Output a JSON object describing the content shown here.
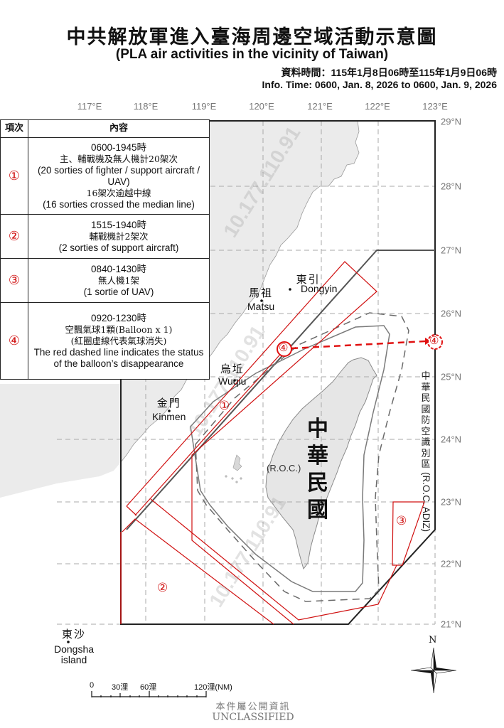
{
  "header": {
    "title_zh": "中共解放軍進入臺海周邊空域活動示意圖",
    "title_en": "(PLA air activities in the vicinity of Taiwan)",
    "info_time_zh": "資料時間：115年1月8日06時至115年1月9日06時",
    "info_time_en": "Info. Time: 0600, Jan. 8, 2026 to 0600, Jan. 9, 2026"
  },
  "axes": {
    "longitudes": [
      "117°E",
      "118°E",
      "119°E",
      "120°E",
      "121°E",
      "122°E",
      "123°E"
    ],
    "latitudes": [
      "29°N",
      "28°N",
      "27°N",
      "26°N",
      "25°N",
      "24°N",
      "23°N",
      "22°N",
      "21°N"
    ]
  },
  "legend": {
    "col_item": "項次",
    "col_content": "內容",
    "rows": [
      {
        "marker": "①",
        "time": "0600-1945時",
        "zh": "主、輔戰機及無人機計20架次",
        "en": "(20 sorties of fighter / support aircraft / UAV)",
        "zh2": "16架次逾越中線",
        "en2": "(16 sorties crossed the median line)"
      },
      {
        "marker": "②",
        "time": "1515-1940時",
        "zh": "輔戰機計2架次",
        "en": "(2 sorties of support aircraft)"
      },
      {
        "marker": "③",
        "time": "0840-1430時",
        "zh": "無人機1架",
        "en": "(1 sortie of UAV)"
      },
      {
        "marker": "④",
        "time": "0920-1230時",
        "zh": "空飄氣球1顆(Balloon x 1)",
        "zh2": "(紅圈虛線代表氣球消失)",
        "en2": "The red dashed line indicates the status of the balloon’s disappearance"
      }
    ]
  },
  "places": {
    "dongyin": {
      "zh": "東引",
      "en": "Dongyin"
    },
    "matsu": {
      "zh": "馬祖",
      "en": "Matsu"
    },
    "wuqiu": {
      "zh": "烏坵",
      "en": "Wuqiu"
    },
    "kinmen": {
      "zh": "金門",
      "en": "Kinmen"
    },
    "dongsha": {
      "zh": "東沙",
      "en": "Dongsha",
      "en2": "island"
    },
    "roc_zh": "中華民國",
    "roc_en": "(R.O.C.)",
    "adiz_zh": "中華民國防空識別區",
    "adiz_en": "(R.O.C. ADIZ)"
  },
  "area_markers": {
    "one": "①",
    "two": "②",
    "three": "③",
    "four": "④"
  },
  "scale_bar": {
    "l0": "0",
    "l30": "30浬",
    "l60": "60浬",
    "l120": "120浬(NM)"
  },
  "compass": {
    "north": "N"
  },
  "footer": {
    "zh": "本件屬公開資訊",
    "en": "UNCLASSIFIED"
  },
  "watermark": "10.177.110.91",
  "colors": {
    "activity_red": "#d01010",
    "land_gray": "#ebebeb",
    "grid_gray": "#aaaaaa"
  }
}
